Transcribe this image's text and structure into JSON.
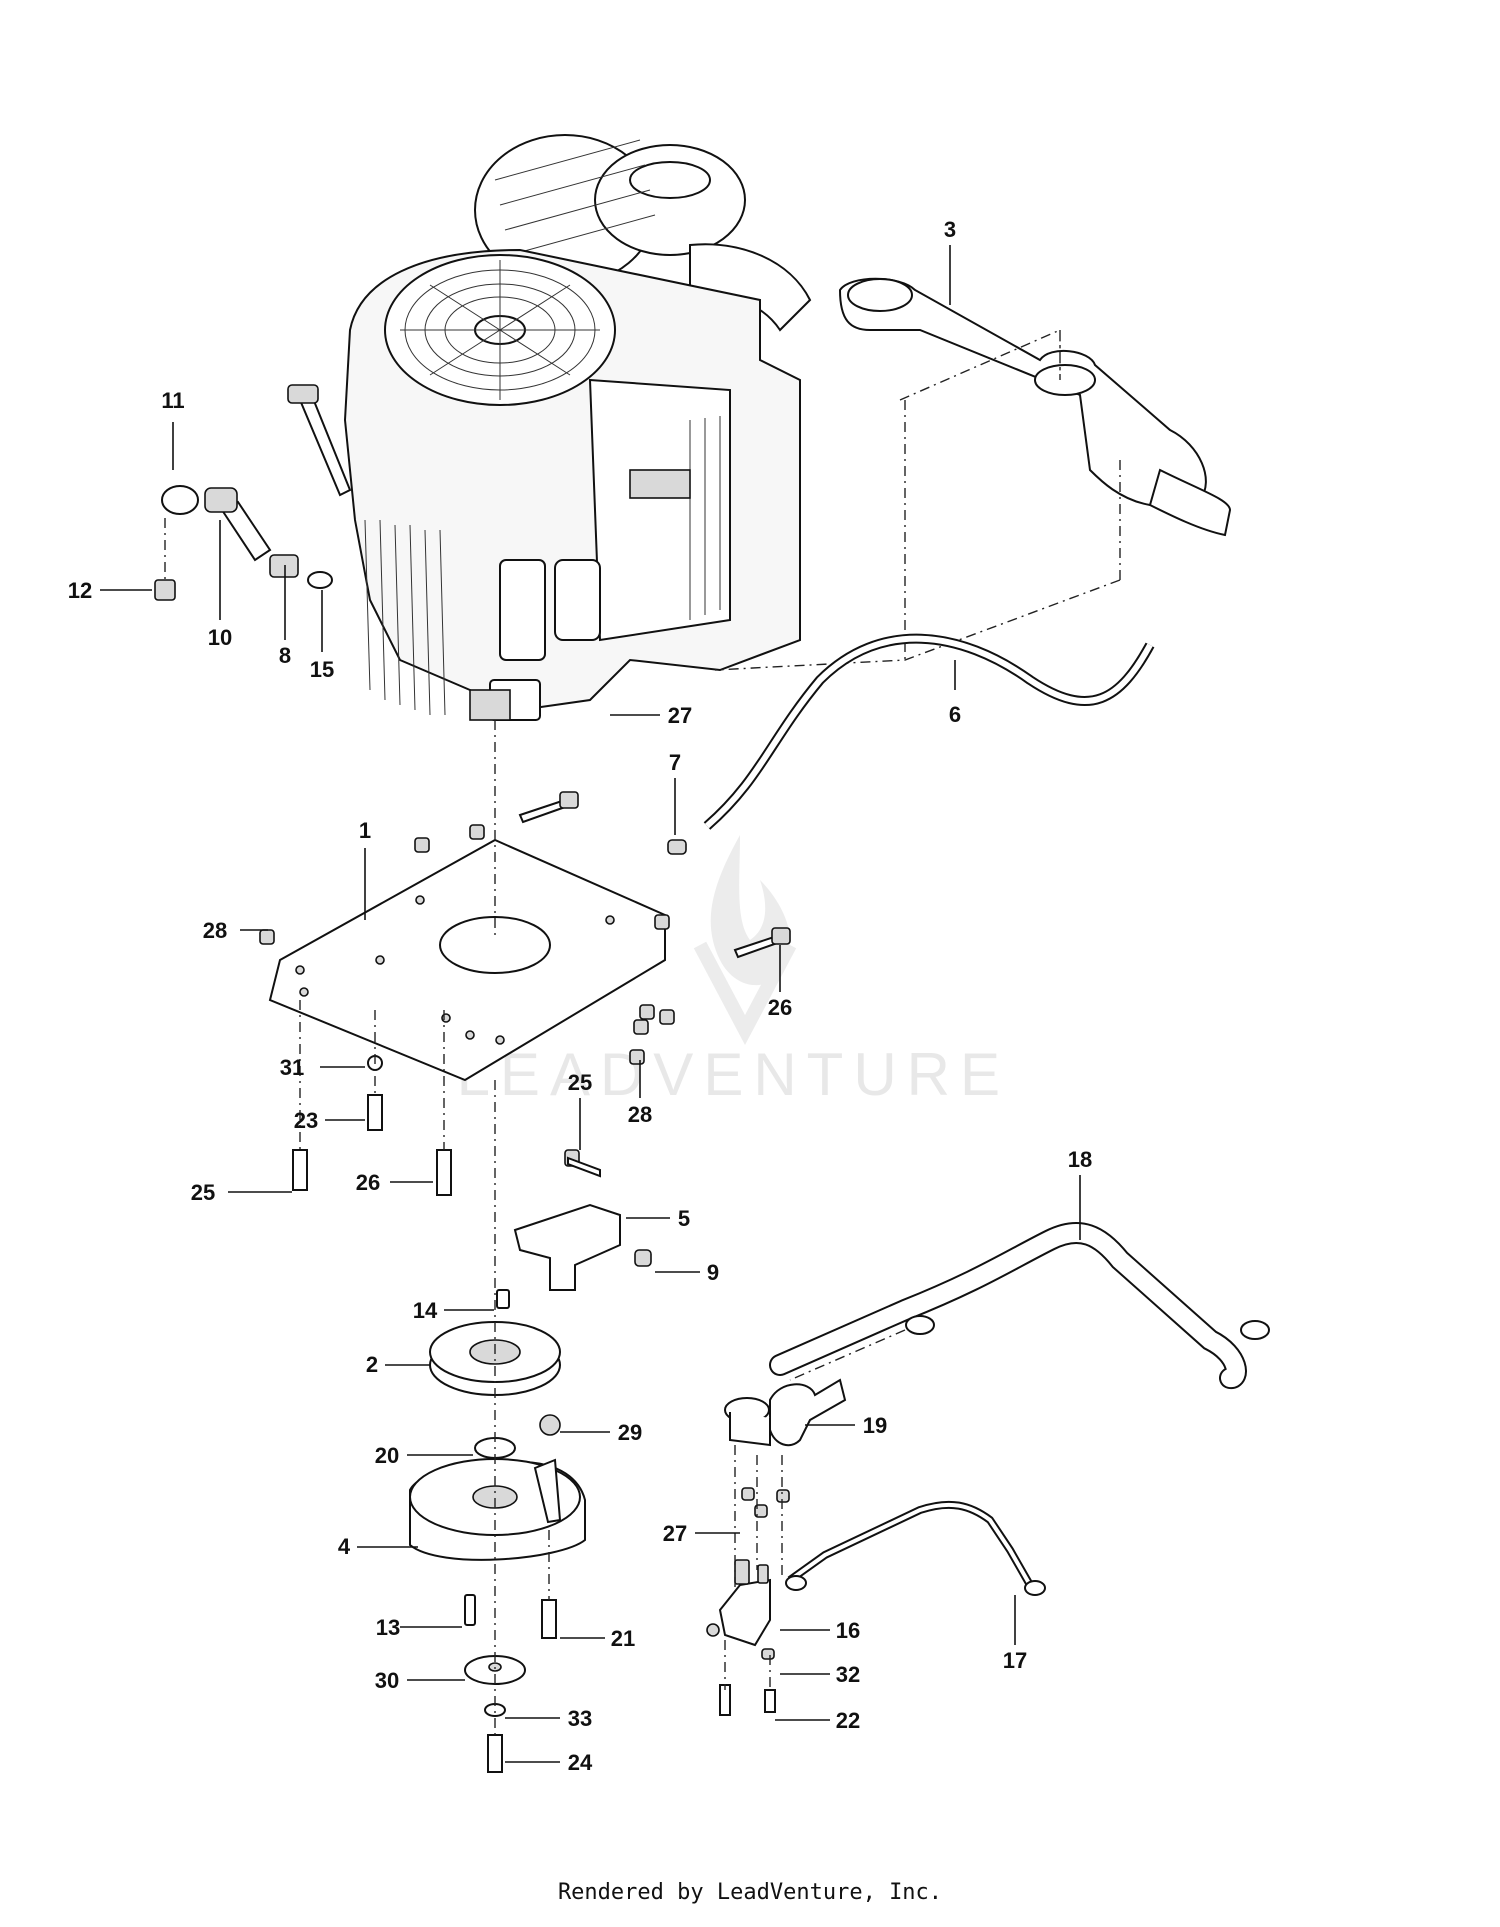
{
  "footer": "Rendered by LeadVenture, Inc.",
  "watermark": "LEADVENTURE",
  "callouts": [
    {
      "id": "c1",
      "label": "1"
    },
    {
      "id": "c2",
      "label": "2"
    },
    {
      "id": "c3",
      "label": "3"
    },
    {
      "id": "c4",
      "label": "4"
    },
    {
      "id": "c5",
      "label": "5"
    },
    {
      "id": "c6",
      "label": "6"
    },
    {
      "id": "c7",
      "label": "7"
    },
    {
      "id": "c8",
      "label": "8"
    },
    {
      "id": "c9",
      "label": "9"
    },
    {
      "id": "c10",
      "label": "10"
    },
    {
      "id": "c11",
      "label": "11"
    },
    {
      "id": "c12",
      "label": "12"
    },
    {
      "id": "c13",
      "label": "13"
    },
    {
      "id": "c14",
      "label": "14"
    },
    {
      "id": "c15",
      "label": "15"
    },
    {
      "id": "c16",
      "label": "16"
    },
    {
      "id": "c17",
      "label": "17"
    },
    {
      "id": "c18",
      "label": "18"
    },
    {
      "id": "c19",
      "label": "19"
    },
    {
      "id": "c20",
      "label": "20"
    },
    {
      "id": "c21",
      "label": "21"
    },
    {
      "id": "c22",
      "label": "22"
    },
    {
      "id": "c23",
      "label": "23"
    },
    {
      "id": "c24",
      "label": "24"
    },
    {
      "id": "c25a",
      "label": "25"
    },
    {
      "id": "c25b",
      "label": "25"
    },
    {
      "id": "c26a",
      "label": "26"
    },
    {
      "id": "c26b",
      "label": "26"
    },
    {
      "id": "c27a",
      "label": "27"
    },
    {
      "id": "c27b",
      "label": "27"
    },
    {
      "id": "c28a",
      "label": "28"
    },
    {
      "id": "c28b",
      "label": "28"
    },
    {
      "id": "c29",
      "label": "29"
    },
    {
      "id": "c30",
      "label": "30"
    },
    {
      "id": "c31",
      "label": "31"
    },
    {
      "id": "c32",
      "label": "32"
    },
    {
      "id": "c33",
      "label": "33"
    }
  ]
}
